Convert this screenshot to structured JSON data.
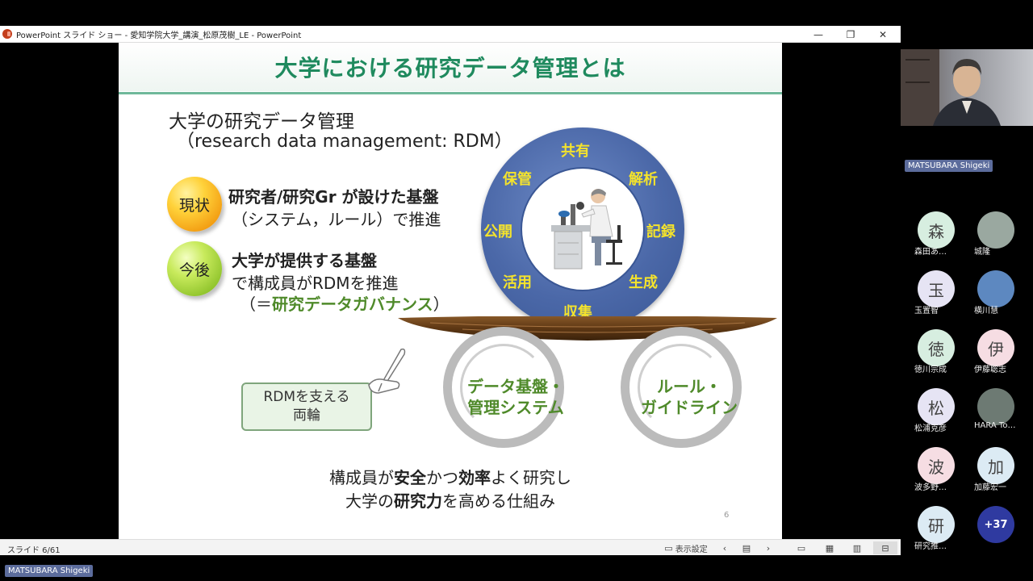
{
  "window": {
    "title": "PowerPoint スライド ショー  -  愛知学院大学_講演_松原茂樹_LE - PowerPoint",
    "minimize": "—",
    "maximize": "❐",
    "close": "✕"
  },
  "slide": {
    "title": "大学における研究データ管理とは",
    "heading": "大学の研究データ管理",
    "subheading": "（research data management: RDM）",
    "current_badge": "現状",
    "current_line1": "研究者/研究Gr が設けた基盤",
    "current_line2": "（システム，ルール）で推進",
    "future_badge": "今後",
    "future_line1": "大学が提供する基盤",
    "future_line2": "で構成員がRDMを推進",
    "future_line3_open": "（＝",
    "future_line3_emph": "研究データガバナンス",
    "future_line3_close": "）",
    "cycle": [
      "共有",
      "解析",
      "記録",
      "生成",
      "収集",
      "活用",
      "公開",
      "保管"
    ],
    "support_box_line1": "RDMを支える",
    "support_box_line2": "両輪",
    "wheel_left_line1": "データ基盤・",
    "wheel_left_line2": "管理システム",
    "wheel_right_line1": "ルール・",
    "wheel_right_line2": "ガイドライン",
    "bottom_1a": "構成員が",
    "bottom_1b": "安全",
    "bottom_1c": "かつ",
    "bottom_1d": "効率",
    "bottom_1e": "よく研究し",
    "bottom_2a": "大学の",
    "bottom_2b": "研究力",
    "bottom_2c": "を高める仕組み",
    "page_number": "6"
  },
  "statusbar": {
    "slide_counter": "スライド 6/61",
    "display_settings": "表示設定"
  },
  "meeting": {
    "speaker_name": "MATSUBARA Shigeki",
    "participants": [
      {
        "initial": "森",
        "name": "森田あ…",
        "color": "#d7eee0"
      },
      {
        "initial": "",
        "name": "城隆",
        "color": "#9aa8a0"
      },
      {
        "initial": "玉",
        "name": "玉置智",
        "color": "#e6e4f4"
      },
      {
        "initial": "",
        "name": "横川慧",
        "color": "#5d88c0"
      },
      {
        "initial": "徳",
        "name": "徳川宗成",
        "color": "#d7eee0"
      },
      {
        "initial": "伊",
        "name": "伊藤聡志",
        "color": "#f6dde3"
      },
      {
        "initial": "松",
        "name": "松浦克彦",
        "color": "#e6e4f4"
      },
      {
        "initial": "",
        "name": "HARA To…",
        "color": "#6d7a73"
      },
      {
        "initial": "波",
        "name": "波多野…",
        "color": "#f6dde3"
      },
      {
        "initial": "加",
        "name": "加藤宏一",
        "color": "#dcebf4"
      },
      {
        "initial": "研",
        "name": "研究推…",
        "color": "#dcebf4"
      }
    ],
    "more_count": "+37"
  }
}
